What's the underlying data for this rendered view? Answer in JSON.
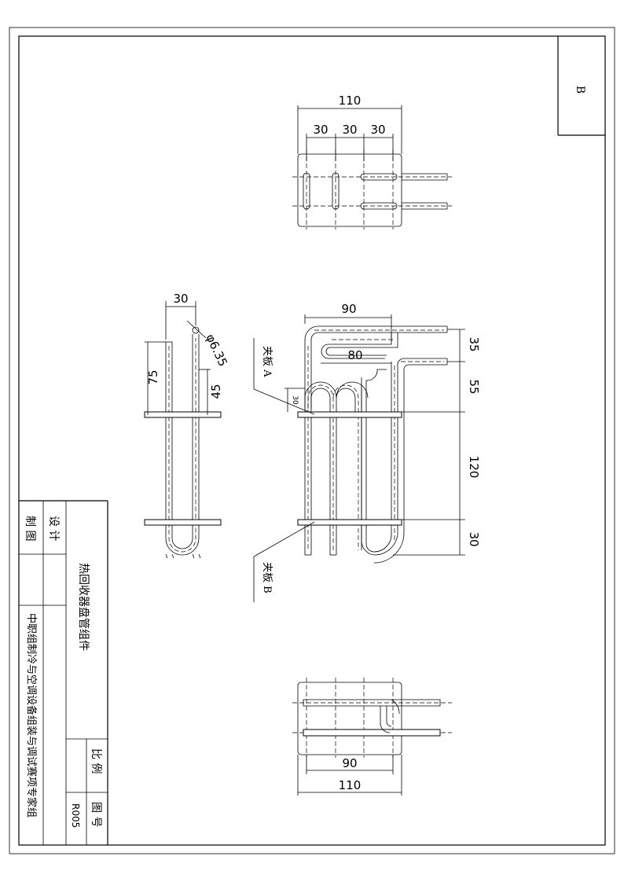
{
  "sheet": {
    "zone_letter": "B"
  },
  "title_block": {
    "design_label": "设 计",
    "draw_label": "制 图",
    "part_name": "热回收器盘管组件",
    "organization": "中职组制冷与空调设备组装与调试赛项专家组",
    "scale_label": "比 例",
    "drawing_no_label": "图 号",
    "drawing_no": "R005"
  },
  "top_view": {
    "dim_overall": "110",
    "dim_seg1": "30",
    "dim_seg2": "30",
    "dim_seg3": "30"
  },
  "side_view": {
    "dim_width": "30",
    "dim_diameter": "φ6.35",
    "dim_75": "75",
    "dim_45": "45"
  },
  "front_view": {
    "dim_90": "90",
    "dim_80": "80",
    "dim_35": "35",
    "dim_55": "55",
    "dim_120": "120",
    "dim_30_bottom": "30",
    "dim_30_small": "30",
    "label_plate_a": "夹板 A",
    "label_plate_b": "夹板 B"
  },
  "bottom_view": {
    "dim_90": "90",
    "dim_110": "110"
  }
}
